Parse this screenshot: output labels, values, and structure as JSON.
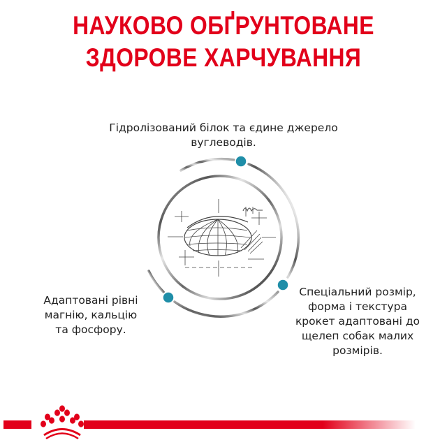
{
  "headline": {
    "line1": "НАУКОВО ОБҐРУНТОВАНЕ",
    "line2": "ЗДОРОВЕ ХАРЧУВАННЯ"
  },
  "features": [
    {
      "position": "top",
      "text_lines": [
        "Гідролізований білок та єдине джерело",
        "вуглеводів."
      ]
    },
    {
      "position": "left",
      "text_lines": [
        "Адаптовані рівні",
        "магнію, кальцію",
        "та фосфору."
      ]
    },
    {
      "position": "right",
      "text_lines": [
        "Спеціальний розмір,",
        "форма і текстура",
        "крокет адаптовані до",
        "щелеп собак малих",
        "розмірів."
      ]
    }
  ],
  "colors": {
    "brand_red": "#e2001a",
    "dot_teal": "#1f8ea8",
    "text": "#222222"
  },
  "icons": {
    "center": "kibble-sketch-icon",
    "logo": "royal-crown-logo"
  }
}
